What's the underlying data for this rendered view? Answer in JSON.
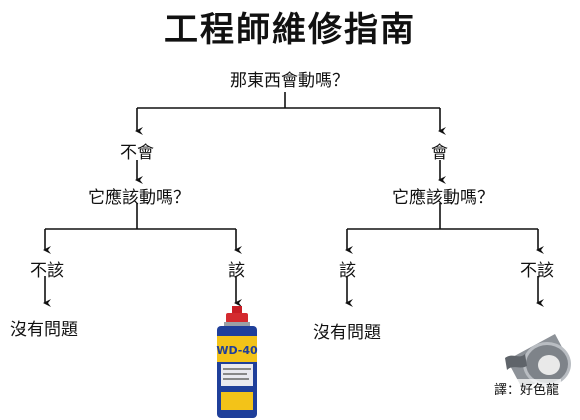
{
  "title": "工程師維修指南",
  "question1": "那東西會動嗎？",
  "branch_left": "不會",
  "branch_right": "會",
  "question_left": "它應該動嗎？",
  "question_right": "它應該動嗎？",
  "leaf_ll_label": "不該",
  "leaf_lr_label": "該",
  "leaf_rl_label": "該",
  "leaf_rr_label": "不該",
  "result_ll": "沒有問題",
  "result_rl": "沒有問題",
  "wd40_text": "WD-40",
  "credit": "譯：好色龍"
}
